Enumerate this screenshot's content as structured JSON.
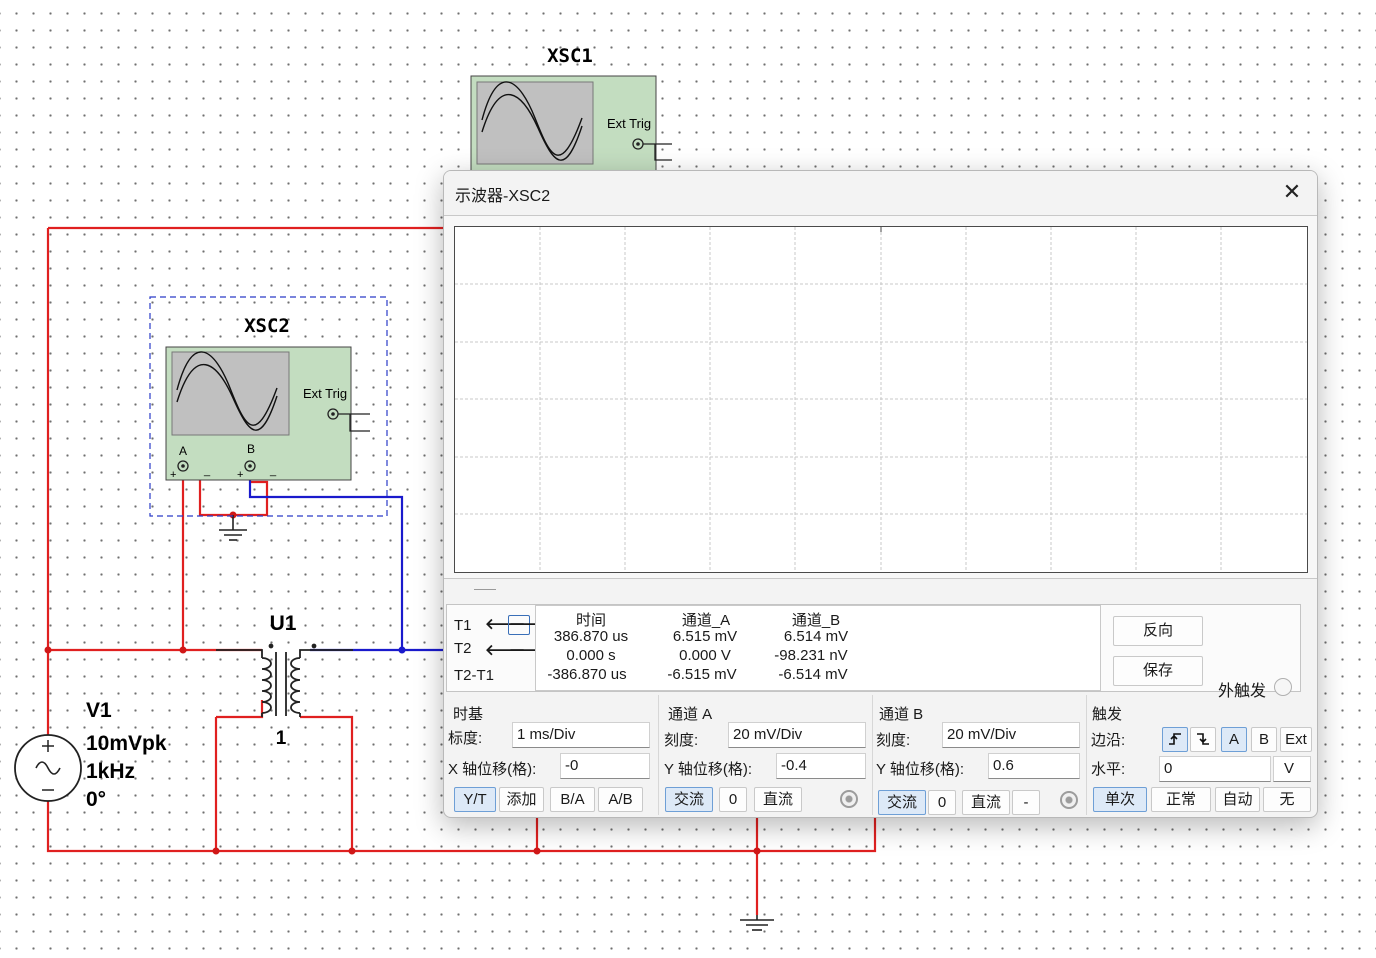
{
  "schematic": {
    "xsc1_label": "XSC1",
    "xsc2_label": "XSC2",
    "ext_trig_label": "Ext Trig",
    "channel_a_label": "A",
    "channel_b_label": "B",
    "plus": "+",
    "minus": "_",
    "transformer_label": "U1",
    "transformer_ratio": "1",
    "source_name": "V1",
    "source_amplitude": "10mVpk",
    "source_frequency": "1kHz",
    "source_phase": "0°"
  },
  "scope_window": {
    "title": "示波器-XSC2",
    "close_glyph": "✕",
    "cursors": {
      "t1_label": "T1",
      "t2_label": "T2",
      "t2_t1_label": "T2-T1",
      "left_arrow": "🡐",
      "right_arrow": "🡒",
      "headers": {
        "time": "时间",
        "channel_a": "通道_A",
        "channel_b": "通道_B"
      },
      "rows": [
        {
          "time": "386.870 us",
          "a": "6.515 mV",
          "b": "6.514 mV"
        },
        {
          "time": "0.000 s",
          "a": "0.000 V",
          "b": "-98.231 nV"
        },
        {
          "time": "-386.870 us",
          "a": "-6.515 mV",
          "b": "-6.514 mV"
        }
      ]
    },
    "reverse_button": "反向",
    "save_button": "保存",
    "ext_trigger_label": "外触发",
    "timebase": {
      "title": "时基",
      "scale_label": "标度:",
      "scale_value": "1 ms/Div",
      "x_pos_label": "X 轴位移(格):",
      "x_pos_value": "-0",
      "modes": [
        "Y/T",
        "添加",
        "B/A",
        "A/B"
      ]
    },
    "channel_a": {
      "title": "通道 A",
      "scale_label": "刻度:",
      "scale_value": "20 mV/Div",
      "y_pos_label": "Y 轴位移(格):",
      "y_pos_value": "-0.4",
      "coupling": [
        "交流",
        "0",
        "直流"
      ]
    },
    "channel_b": {
      "title": "通道 B",
      "scale_label": "刻度:",
      "scale_value": "20 mV/Div",
      "y_pos_label": "Y 轴位移(格):",
      "y_pos_value": "0.6",
      "coupling": [
        "交流",
        "0",
        "直流",
        "-"
      ]
    },
    "trigger": {
      "title": "触发",
      "edge_label": "边沿:",
      "sources": [
        "A",
        "B",
        "Ext"
      ],
      "level_label": "水平:",
      "level_value": "0",
      "level_unit": "V",
      "modes": [
        "单次",
        "正常",
        "自动",
        "无"
      ]
    }
  },
  "colors": {
    "wire_red": "#e02020",
    "wire_blue": "#1a1acc",
    "instrument_green": "#c3ddc0",
    "selection_dash": "#2a3bc8",
    "active_button": "#dde9f7"
  }
}
